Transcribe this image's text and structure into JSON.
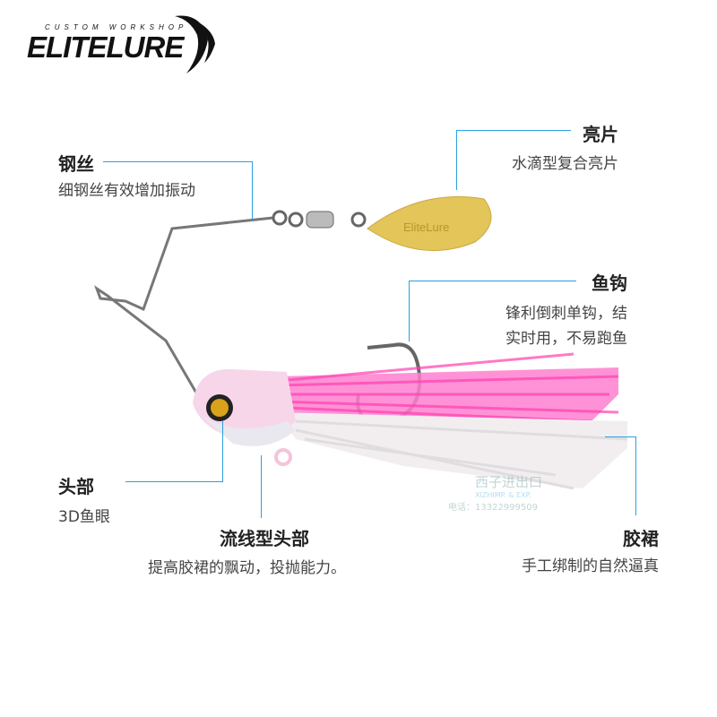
{
  "brand": {
    "top_line": "CUSTOM WORKSHOP",
    "name": "ELITELURE",
    "blade_engraving": "EliteLure"
  },
  "watermark": {
    "name_cn": "西子进出口",
    "name_en": "XIZHIMP. & EXP.",
    "phone": "电话：13322999509"
  },
  "callouts": {
    "wire": {
      "title": "钢丝",
      "desc": "细钢丝有效增加振动"
    },
    "blade": {
      "title": "亮片",
      "desc": "水滴型复合亮片"
    },
    "hook": {
      "title": "鱼钩",
      "desc_line1": "锋利倒刺单钩，结",
      "desc_line2": "实时用，不易跑鱼"
    },
    "head": {
      "title": "头部",
      "desc": "3D鱼眼"
    },
    "streamline_head": {
      "title": "流线型头部",
      "desc": "提高胶裙的飘动，投抛能力。"
    },
    "skirt": {
      "title": "胶裙",
      "desc": "手工绑制的自然逼真"
    }
  },
  "colors": {
    "leader_line": "#2a9fe0",
    "skirt_pink": "#ff5fbf",
    "blade_gold": "#e3c55a"
  }
}
